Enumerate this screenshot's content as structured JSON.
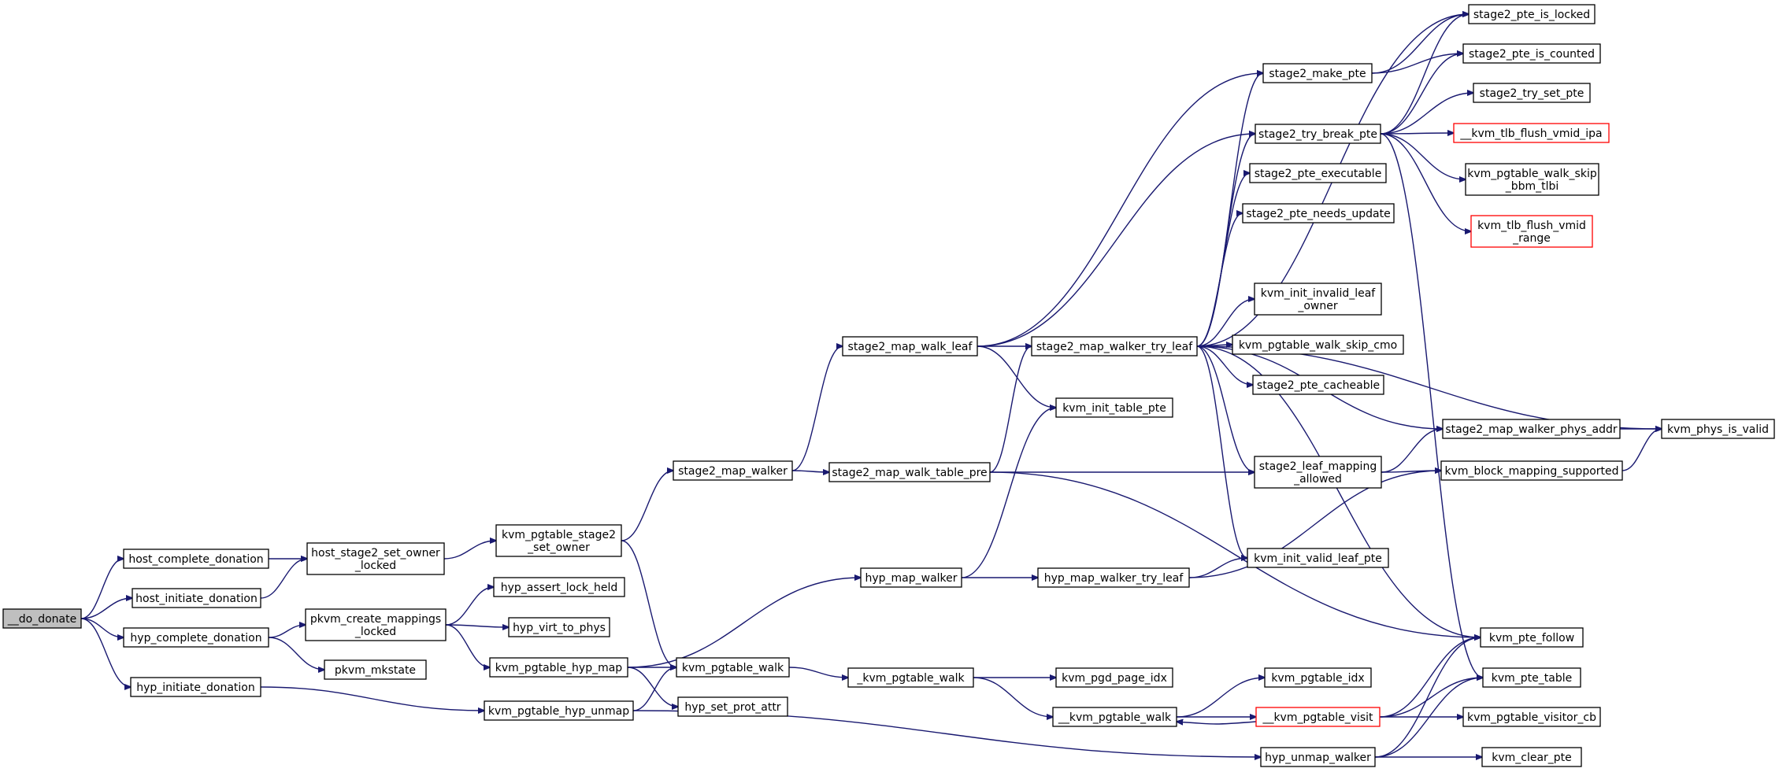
{
  "graph": {
    "edge_color": "#191970",
    "root_fill": "#bfbfbf",
    "red_border": "#ff0000",
    "nodes": [
      {
        "id": "do_donate",
        "lines": [
          "__do_donate"
        ],
        "root": true
      },
      {
        "id": "host_complete_donation",
        "lines": [
          "host_complete_donation"
        ]
      },
      {
        "id": "host_initiate_donation",
        "lines": [
          "host_initiate_donation"
        ]
      },
      {
        "id": "hyp_complete_donation",
        "lines": [
          "hyp_complete_donation"
        ]
      },
      {
        "id": "hyp_initiate_donation",
        "lines": [
          "hyp_initiate_donation"
        ]
      },
      {
        "id": "host_stage2_set_owner_locked",
        "lines": [
          "host_stage2_set_owner",
          "_locked"
        ]
      },
      {
        "id": "pkvm_create_mappings_locked",
        "lines": [
          "pkvm_create_mappings",
          "_locked"
        ]
      },
      {
        "id": "pkvm_mkstate",
        "lines": [
          "pkvm_mkstate"
        ]
      },
      {
        "id": "kvm_pgtable_stage2_set_owner",
        "lines": [
          "kvm_pgtable_stage2",
          "_set_owner"
        ]
      },
      {
        "id": "hyp_assert_lock_held",
        "lines": [
          "hyp_assert_lock_held"
        ]
      },
      {
        "id": "hyp_virt_to_phys",
        "lines": [
          "hyp_virt_to_phys"
        ]
      },
      {
        "id": "kvm_pgtable_hyp_map",
        "lines": [
          "kvm_pgtable_hyp_map"
        ]
      },
      {
        "id": "kvm_pgtable_hyp_unmap",
        "lines": [
          "kvm_pgtable_hyp_unmap"
        ]
      },
      {
        "id": "stage2_map_walker",
        "lines": [
          "stage2_map_walker"
        ]
      },
      {
        "id": "kvm_pgtable_walk",
        "lines": [
          "kvm_pgtable_walk"
        ]
      },
      {
        "id": "hyp_set_prot_attr",
        "lines": [
          "hyp_set_prot_attr"
        ]
      },
      {
        "id": "stage2_map_walk_leaf",
        "lines": [
          "stage2_map_walk_leaf"
        ]
      },
      {
        "id": "stage2_map_walk_table_pre",
        "lines": [
          "stage2_map_walk_table_pre"
        ]
      },
      {
        "id": "hyp_map_walker",
        "lines": [
          "hyp_map_walker"
        ]
      },
      {
        "id": "_kvm_pgtable_walk",
        "lines": [
          "_kvm_pgtable_walk"
        ]
      },
      {
        "id": "stage2_map_walker_try_leaf",
        "lines": [
          "stage2_map_walker_try_leaf"
        ]
      },
      {
        "id": "kvm_init_table_pte",
        "lines": [
          "kvm_init_table_pte"
        ]
      },
      {
        "id": "hyp_map_walker_try_leaf",
        "lines": [
          "hyp_map_walker_try_leaf"
        ]
      },
      {
        "id": "kvm_pgd_page_idx",
        "lines": [
          "kvm_pgd_page_idx"
        ]
      },
      {
        "id": "__kvm_pgtable_walk",
        "lines": [
          "__kvm_pgtable_walk"
        ]
      },
      {
        "id": "stage2_make_pte",
        "lines": [
          "stage2_make_pte"
        ]
      },
      {
        "id": "stage2_try_break_pte",
        "lines": [
          "stage2_try_break_pte"
        ]
      },
      {
        "id": "stage2_pte_executable",
        "lines": [
          "stage2_pte_executable"
        ]
      },
      {
        "id": "stage2_pte_needs_update",
        "lines": [
          "stage2_pte_needs_update"
        ]
      },
      {
        "id": "kvm_init_invalid_leaf_owner",
        "lines": [
          "kvm_init_invalid_leaf",
          "_owner"
        ]
      },
      {
        "id": "kvm_pgtable_walk_skip_cmo",
        "lines": [
          "kvm_pgtable_walk_skip_cmo"
        ]
      },
      {
        "id": "stage2_pte_cacheable",
        "lines": [
          "stage2_pte_cacheable"
        ]
      },
      {
        "id": "stage2_leaf_mapping_allowed",
        "lines": [
          "stage2_leaf_mapping",
          "_allowed"
        ]
      },
      {
        "id": "kvm_init_valid_leaf_pte",
        "lines": [
          "kvm_init_valid_leaf_pte"
        ]
      },
      {
        "id": "kvm_pgtable_idx",
        "lines": [
          "kvm_pgtable_idx"
        ]
      },
      {
        "id": "__kvm_pgtable_visit",
        "lines": [
          "__kvm_pgtable_visit"
        ],
        "red": true
      },
      {
        "id": "hyp_unmap_walker",
        "lines": [
          "hyp_unmap_walker"
        ]
      },
      {
        "id": "stage2_pte_is_locked",
        "lines": [
          "stage2_pte_is_locked"
        ]
      },
      {
        "id": "stage2_pte_is_counted",
        "lines": [
          "stage2_pte_is_counted"
        ]
      },
      {
        "id": "stage2_try_set_pte",
        "lines": [
          "stage2_try_set_pte"
        ]
      },
      {
        "id": "__kvm_tlb_flush_vmid_ipa",
        "lines": [
          "__kvm_tlb_flush_vmid_ipa"
        ],
        "red": true
      },
      {
        "id": "kvm_pgtable_walk_skip_bbm_tlbi",
        "lines": [
          "kvm_pgtable_walk_skip",
          "_bbm_tlbi"
        ]
      },
      {
        "id": "kvm_tlb_flush_vmid_range",
        "lines": [
          "kvm_tlb_flush_vmid",
          "_range"
        ],
        "red": true
      },
      {
        "id": "stage2_map_walker_phys_addr",
        "lines": [
          "stage2_map_walker_phys_addr"
        ]
      },
      {
        "id": "kvm_block_mapping_supported",
        "lines": [
          "kvm_block_mapping_supported"
        ]
      },
      {
        "id": "kvm_pte_follow",
        "lines": [
          "kvm_pte_follow"
        ]
      },
      {
        "id": "kvm_pte_table",
        "lines": [
          "kvm_pte_table"
        ]
      },
      {
        "id": "kvm_pgtable_visitor_cb",
        "lines": [
          "kvm_pgtable_visitor_cb"
        ]
      },
      {
        "id": "kvm_clear_pte",
        "lines": [
          "kvm_clear_pte"
        ]
      },
      {
        "id": "kvm_phys_is_valid",
        "lines": [
          "kvm_phys_is_valid"
        ]
      }
    ],
    "edges": [
      [
        "do_donate",
        "host_complete_donation"
      ],
      [
        "do_donate",
        "host_initiate_donation"
      ],
      [
        "do_donate",
        "hyp_complete_donation"
      ],
      [
        "do_donate",
        "hyp_initiate_donation"
      ],
      [
        "host_complete_donation",
        "host_stage2_set_owner_locked"
      ],
      [
        "host_initiate_donation",
        "host_stage2_set_owner_locked"
      ],
      [
        "hyp_complete_donation",
        "pkvm_create_mappings_locked"
      ],
      [
        "hyp_complete_donation",
        "pkvm_mkstate"
      ],
      [
        "hyp_initiate_donation",
        "kvm_pgtable_hyp_unmap"
      ],
      [
        "host_stage2_set_owner_locked",
        "kvm_pgtable_stage2_set_owner"
      ],
      [
        "pkvm_create_mappings_locked",
        "hyp_assert_lock_held"
      ],
      [
        "pkvm_create_mappings_locked",
        "hyp_virt_to_phys"
      ],
      [
        "pkvm_create_mappings_locked",
        "kvm_pgtable_hyp_map"
      ],
      [
        "kvm_pgtable_stage2_set_owner",
        "stage2_map_walker"
      ],
      [
        "kvm_pgtable_stage2_set_owner",
        "kvm_pgtable_walk"
      ],
      [
        "kvm_pgtable_hyp_map",
        "hyp_map_walker"
      ],
      [
        "kvm_pgtable_hyp_map",
        "kvm_pgtable_walk"
      ],
      [
        "kvm_pgtable_hyp_map",
        "hyp_set_prot_attr"
      ],
      [
        "kvm_pgtable_hyp_unmap",
        "kvm_pgtable_walk"
      ],
      [
        "kvm_pgtable_hyp_unmap",
        "hyp_unmap_walker"
      ],
      [
        "stage2_map_walker",
        "stage2_map_walk_leaf"
      ],
      [
        "stage2_map_walker",
        "stage2_map_walk_table_pre"
      ],
      [
        "kvm_pgtable_walk",
        "_kvm_pgtable_walk"
      ],
      [
        "stage2_map_walk_leaf",
        "stage2_map_walker_try_leaf"
      ],
      [
        "stage2_map_walk_leaf",
        "kvm_init_table_pte"
      ],
      [
        "stage2_map_walk_leaf",
        "stage2_make_pte"
      ],
      [
        "stage2_map_walk_leaf",
        "stage2_try_break_pte"
      ],
      [
        "stage2_map_walk_table_pre",
        "stage2_map_walker_try_leaf"
      ],
      [
        "stage2_map_walk_table_pre",
        "stage2_leaf_mapping_allowed"
      ],
      [
        "stage2_map_walk_table_pre",
        "kvm_pte_follow"
      ],
      [
        "hyp_map_walker",
        "hyp_map_walker_try_leaf"
      ],
      [
        "hyp_map_walker",
        "kvm_init_table_pte"
      ],
      [
        "_kvm_pgtable_walk",
        "kvm_pgd_page_idx"
      ],
      [
        "_kvm_pgtable_walk",
        "__kvm_pgtable_walk"
      ],
      [
        "hyp_map_walker_try_leaf",
        "kvm_init_valid_leaf_pte"
      ],
      [
        "hyp_map_walker_try_leaf",
        "kvm_block_mapping_supported"
      ],
      [
        "__kvm_pgtable_walk",
        "kvm_pgtable_idx"
      ],
      [
        "__kvm_pgtable_walk",
        "__kvm_pgtable_visit"
      ],
      [
        "__kvm_pgtable_visit",
        "__kvm_pgtable_walk"
      ],
      [
        "__kvm_pgtable_visit",
        "kvm_pte_follow"
      ],
      [
        "__kvm_pgtable_visit",
        "kvm_pte_table"
      ],
      [
        "__kvm_pgtable_visit",
        "kvm_pgtable_visitor_cb"
      ],
      [
        "hyp_unmap_walker",
        "kvm_pte_follow"
      ],
      [
        "hyp_unmap_walker",
        "kvm_pte_table"
      ],
      [
        "hyp_unmap_walker",
        "kvm_clear_pte"
      ],
      [
        "stage2_map_walker_try_leaf",
        "stage2_make_pte"
      ],
      [
        "stage2_map_walker_try_leaf",
        "stage2_try_break_pte"
      ],
      [
        "stage2_map_walker_try_leaf",
        "stage2_pte_executable"
      ],
      [
        "stage2_map_walker_try_leaf",
        "stage2_pte_needs_update"
      ],
      [
        "stage2_map_walker_try_leaf",
        "kvm_init_invalid_leaf_owner"
      ],
      [
        "stage2_map_walker_try_leaf",
        "kvm_pgtable_walk_skip_cmo"
      ],
      [
        "stage2_map_walker_try_leaf",
        "stage2_pte_cacheable"
      ],
      [
        "stage2_map_walker_try_leaf",
        "stage2_leaf_mapping_allowed"
      ],
      [
        "stage2_map_walker_try_leaf",
        "kvm_init_valid_leaf_pte"
      ],
      [
        "stage2_map_walker_try_leaf",
        "stage2_map_walker_phys_addr"
      ],
      [
        "stage2_map_walker_try_leaf",
        "kvm_phys_is_valid"
      ],
      [
        "stage2_map_walker_try_leaf",
        "kvm_pte_follow"
      ],
      [
        "stage2_map_walker_try_leaf",
        "stage2_pte_is_locked"
      ],
      [
        "stage2_make_pte",
        "stage2_pte_is_locked"
      ],
      [
        "stage2_make_pte",
        "stage2_pte_is_counted"
      ],
      [
        "stage2_try_break_pte",
        "stage2_pte_is_locked"
      ],
      [
        "stage2_try_break_pte",
        "stage2_pte_is_counted"
      ],
      [
        "stage2_try_break_pte",
        "stage2_try_set_pte"
      ],
      [
        "stage2_try_break_pte",
        "__kvm_tlb_flush_vmid_ipa"
      ],
      [
        "stage2_try_break_pte",
        "kvm_pgtable_walk_skip_bbm_tlbi"
      ],
      [
        "stage2_try_break_pte",
        "kvm_tlb_flush_vmid_range"
      ],
      [
        "stage2_try_break_pte",
        "kvm_pte_table"
      ],
      [
        "stage2_leaf_mapping_allowed",
        "stage2_map_walker_phys_addr"
      ],
      [
        "stage2_leaf_mapping_allowed",
        "kvm_block_mapping_supported"
      ],
      [
        "stage2_map_walker_phys_addr",
        "kvm_phys_is_valid"
      ],
      [
        "kvm_block_mapping_supported",
        "kvm_phys_is_valid"
      ]
    ]
  }
}
